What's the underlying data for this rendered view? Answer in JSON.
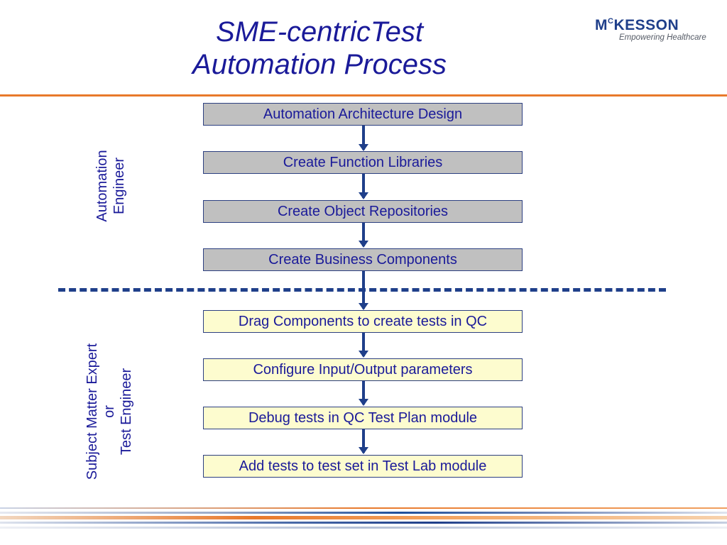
{
  "title": {
    "line1": "SME-centricTest",
    "line2": "Automation Process"
  },
  "logo": {
    "name_prefix": "M",
    "name_sup": "C",
    "name_rest": "KESSON",
    "tagline": "Empowering Healthcare"
  },
  "roles": {
    "top": {
      "line1": "Automation",
      "line2": "Engineer"
    },
    "bottom": {
      "line1": "Subject Matter Expert",
      "line2": "or",
      "line3": "Test Engineer"
    }
  },
  "steps": [
    "Automation Architecture Design",
    "Create Function Libraries",
    "Create Object Repositories",
    "Create Business Components",
    "Drag Components to create tests in QC",
    "Configure Input/Output parameters",
    "Debug tests in QC Test Plan module",
    "Add tests to test set in Test Lab module"
  ],
  "colors": {
    "text_blue": "#1a1a99",
    "box_gray": "#c0c0c0",
    "box_yellow": "#fdfccf",
    "accent_orange": "#e8792b",
    "navy": "#1f3f8a"
  }
}
